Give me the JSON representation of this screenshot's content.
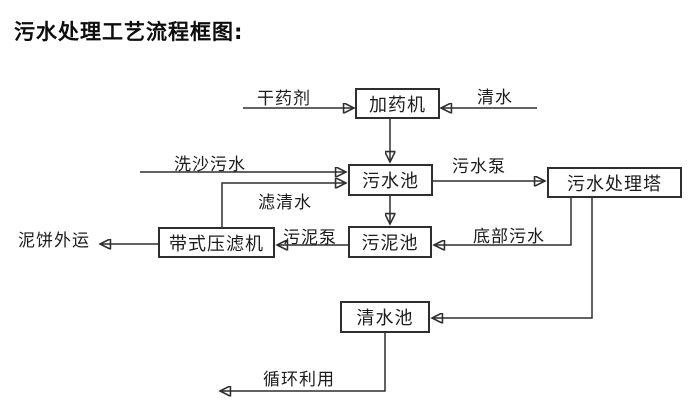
{
  "title": "污水处理工艺流程框图:",
  "boxes": {
    "dosing_machine": {
      "label": "加药机"
    },
    "sewage_pool": {
      "label": "污水池"
    },
    "treatment_tower": {
      "label": "污水处理塔"
    },
    "belt_filter_press": {
      "label": "带式压滤机"
    },
    "sludge_pool": {
      "label": "污泥池"
    },
    "clean_water_pool": {
      "label": "清水池"
    }
  },
  "flow_labels": {
    "dry_chemical": "干药剂",
    "clean_water": "清水",
    "sand_washing_sewage": "洗沙污水",
    "sewage_pump": "污水泵",
    "filtered_water": "滤清水",
    "sludge_pump": "污泥泵",
    "bottom_sewage": "底部污水",
    "mud_cake_out": "泥饼外运",
    "recycling": "循环利用"
  },
  "colors": {
    "background": "#ffffff",
    "line": "#2e2e2e",
    "box_border": "#2e2e2e",
    "text": "#1c1c1c"
  }
}
